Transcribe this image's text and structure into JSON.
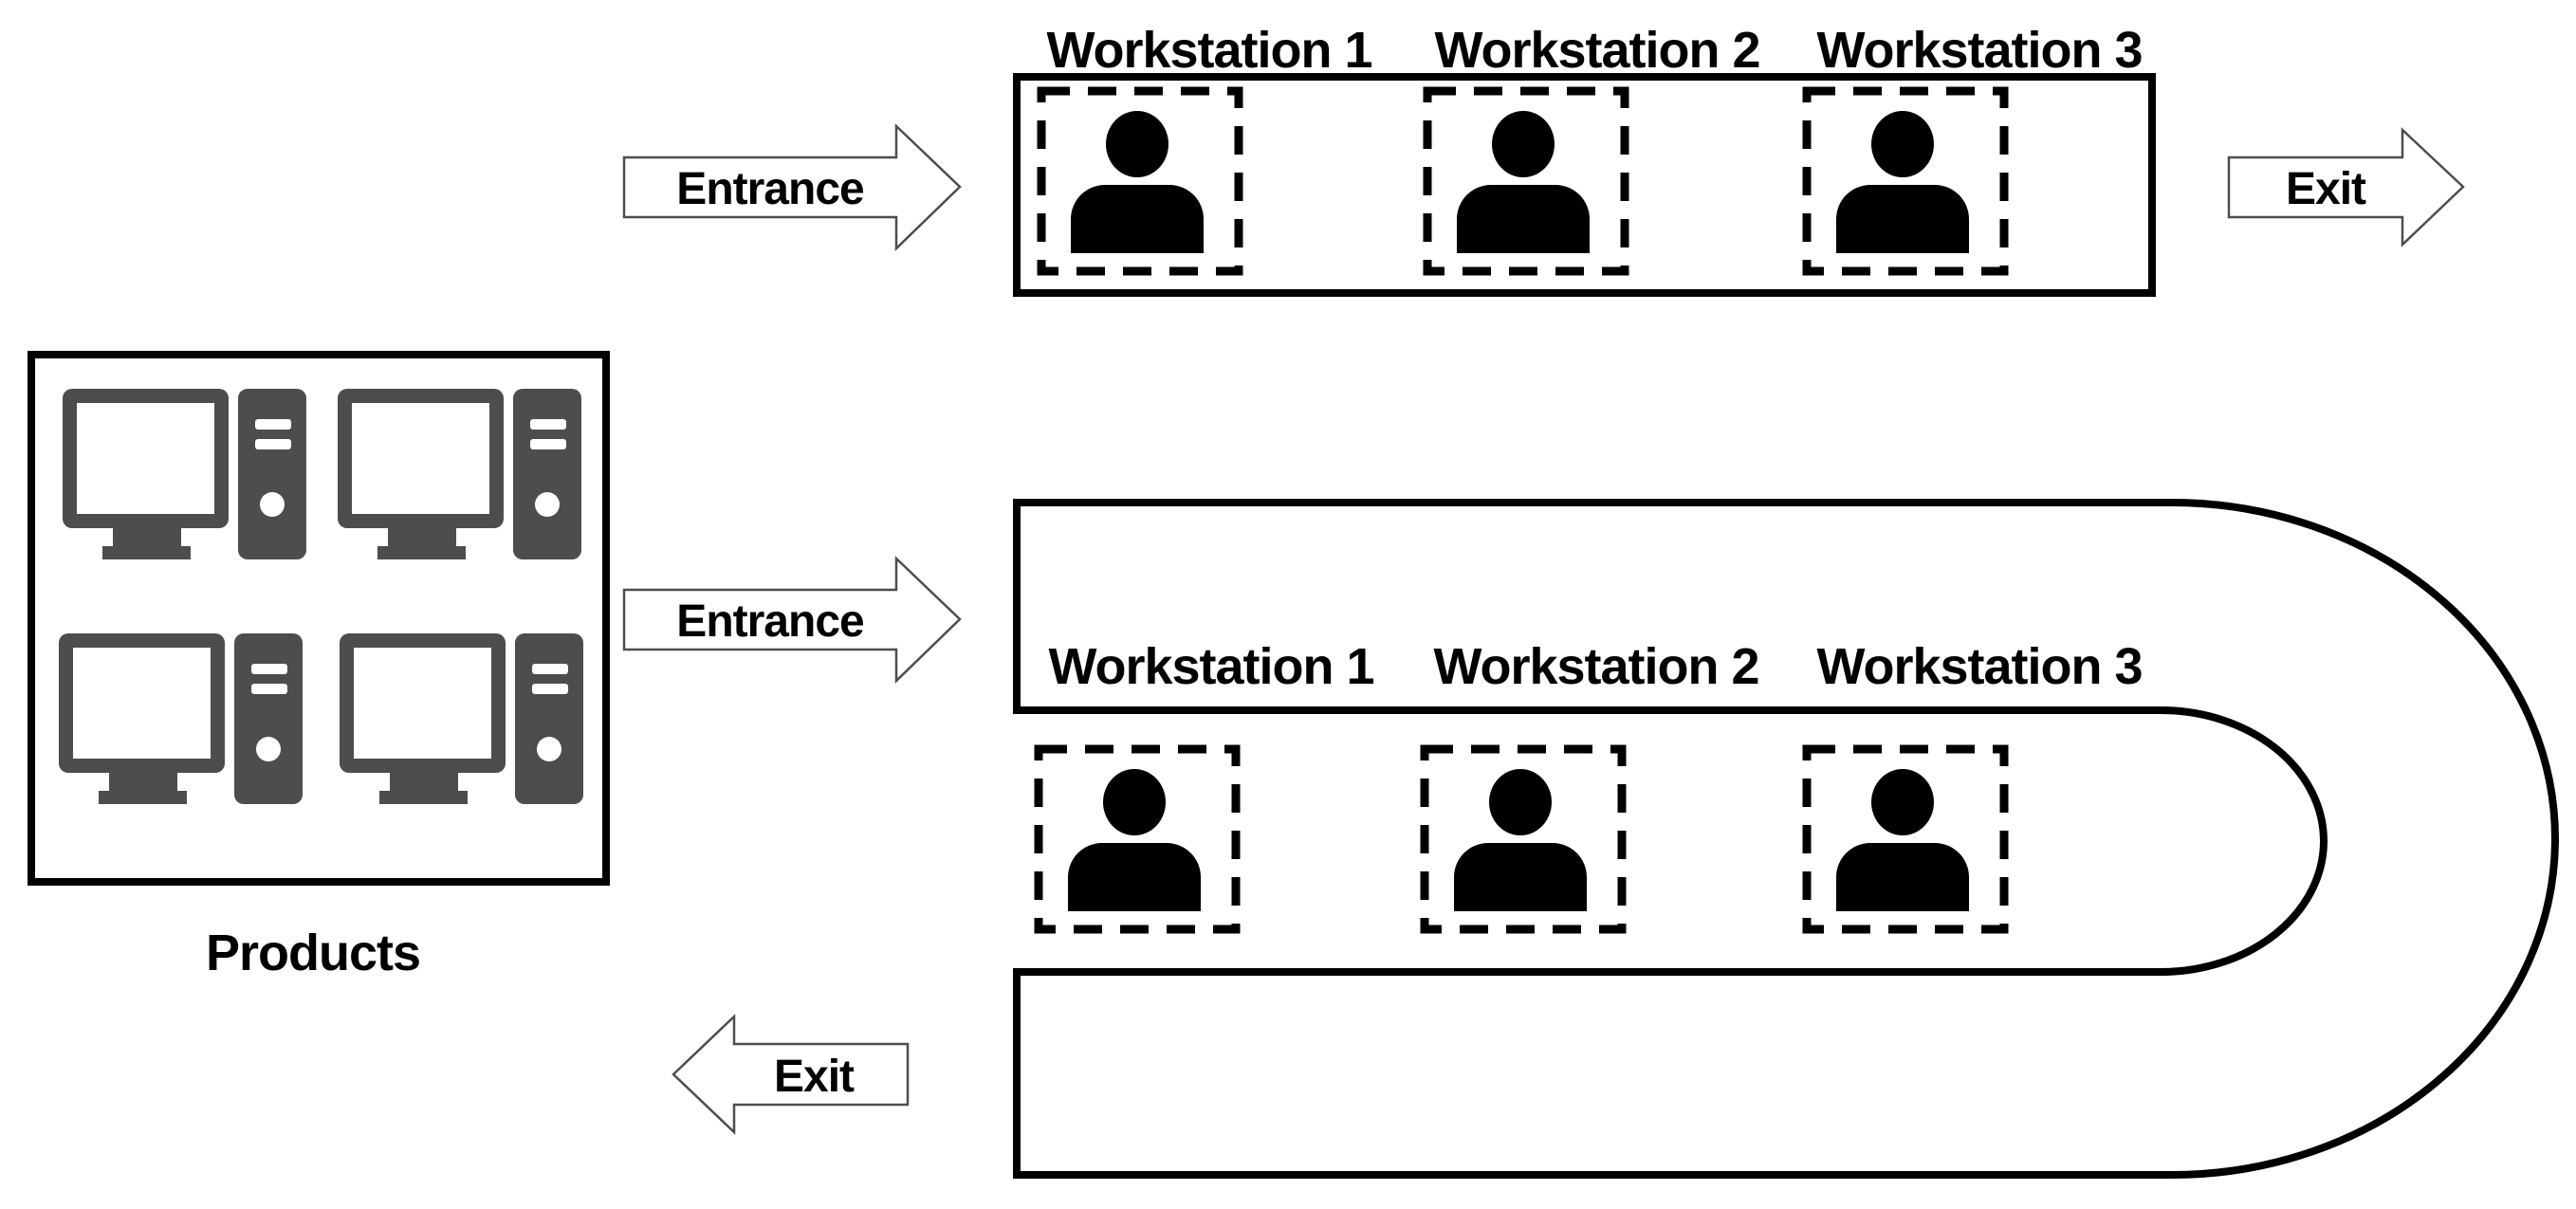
{
  "diagram": {
    "straight_line": {
      "workstations": [
        "Workstation 1",
        "Workstation 2",
        "Workstation 3"
      ],
      "entrance": "Entrance",
      "exit": "Exit",
      "operator_count": 3
    },
    "u_line": {
      "workstations": [
        "Workstation 1",
        "Workstation 2",
        "Workstation 3"
      ],
      "entrance": "Entrance",
      "exit": "Exit",
      "operator_count": 3
    },
    "products": {
      "label": "Products",
      "computer_count": 4
    },
    "colors": {
      "line": "#000000",
      "background": "#ffffff",
      "computer": "#4d4d4d",
      "arrow_outline": "#4d4d4d"
    }
  }
}
